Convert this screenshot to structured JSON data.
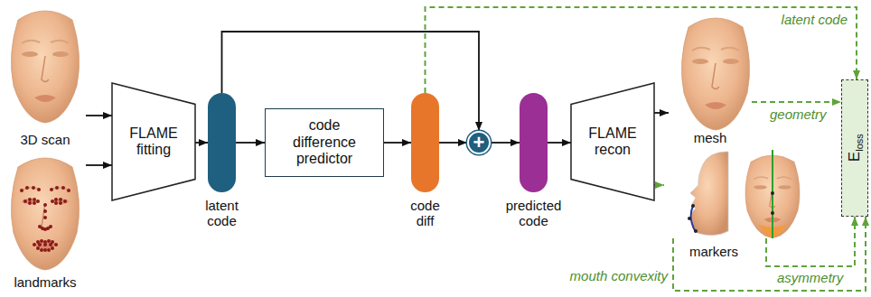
{
  "diagram": {
    "nodes": [
      {
        "text": [
          "3D scan"
        ]
      },
      {
        "text": [
          "landmarks"
        ]
      },
      {
        "text": [
          "FLAME fitting"
        ]
      },
      {
        "text": [
          "latent code"
        ]
      },
      {
        "text": [
          "code difference predictor"
        ]
      },
      {
        "text": [
          "code diff"
        ]
      },
      {
        "text": [
          "+"
        ]
      },
      {
        "text": [
          "predicted code"
        ]
      },
      {
        "text": [
          "FLAME recon"
        ]
      },
      {
        "text": [
          "mesh"
        ]
      },
      {
        "text": [
          "markers"
        ]
      },
      {
        "text": [
          "E",
          "loss"
        ]
      }
    ],
    "edges": [
      {
        "from": 0,
        "to": 2,
        "arrow": "to"
      },
      {
        "from": 1,
        "to": 2,
        "arrow": "to"
      },
      {
        "from": 2,
        "to": 3,
        "arrow": "to"
      },
      {
        "from": 3,
        "to": 4,
        "arrow": "to"
      },
      {
        "from": 4,
        "to": 5,
        "arrow": "to"
      },
      {
        "from": 5,
        "to": 6,
        "arrow": "to"
      },
      {
        "from": 3,
        "to": 6,
        "arrow": "to"
      },
      {
        "from": 6,
        "to": 7,
        "arrow": "to"
      },
      {
        "from": 7,
        "to": 8,
        "arrow": "to"
      },
      {
        "from": 8,
        "to": 9,
        "arrow": "to"
      },
      {
        "from": 8,
        "to": 10,
        "arrow": "to"
      },
      {
        "from": 5,
        "to": 11,
        "label": "latent code",
        "arrow": "to"
      },
      {
        "from": 9,
        "to": 11,
        "label": "geometry",
        "arrow": "to"
      },
      {
        "from": 10,
        "to": 11,
        "label": "mouth convexity",
        "arrow": "to"
      },
      {
        "from": 10,
        "to": 11,
        "label": "asymmetry",
        "arrow": "to"
      }
    ]
  }
}
